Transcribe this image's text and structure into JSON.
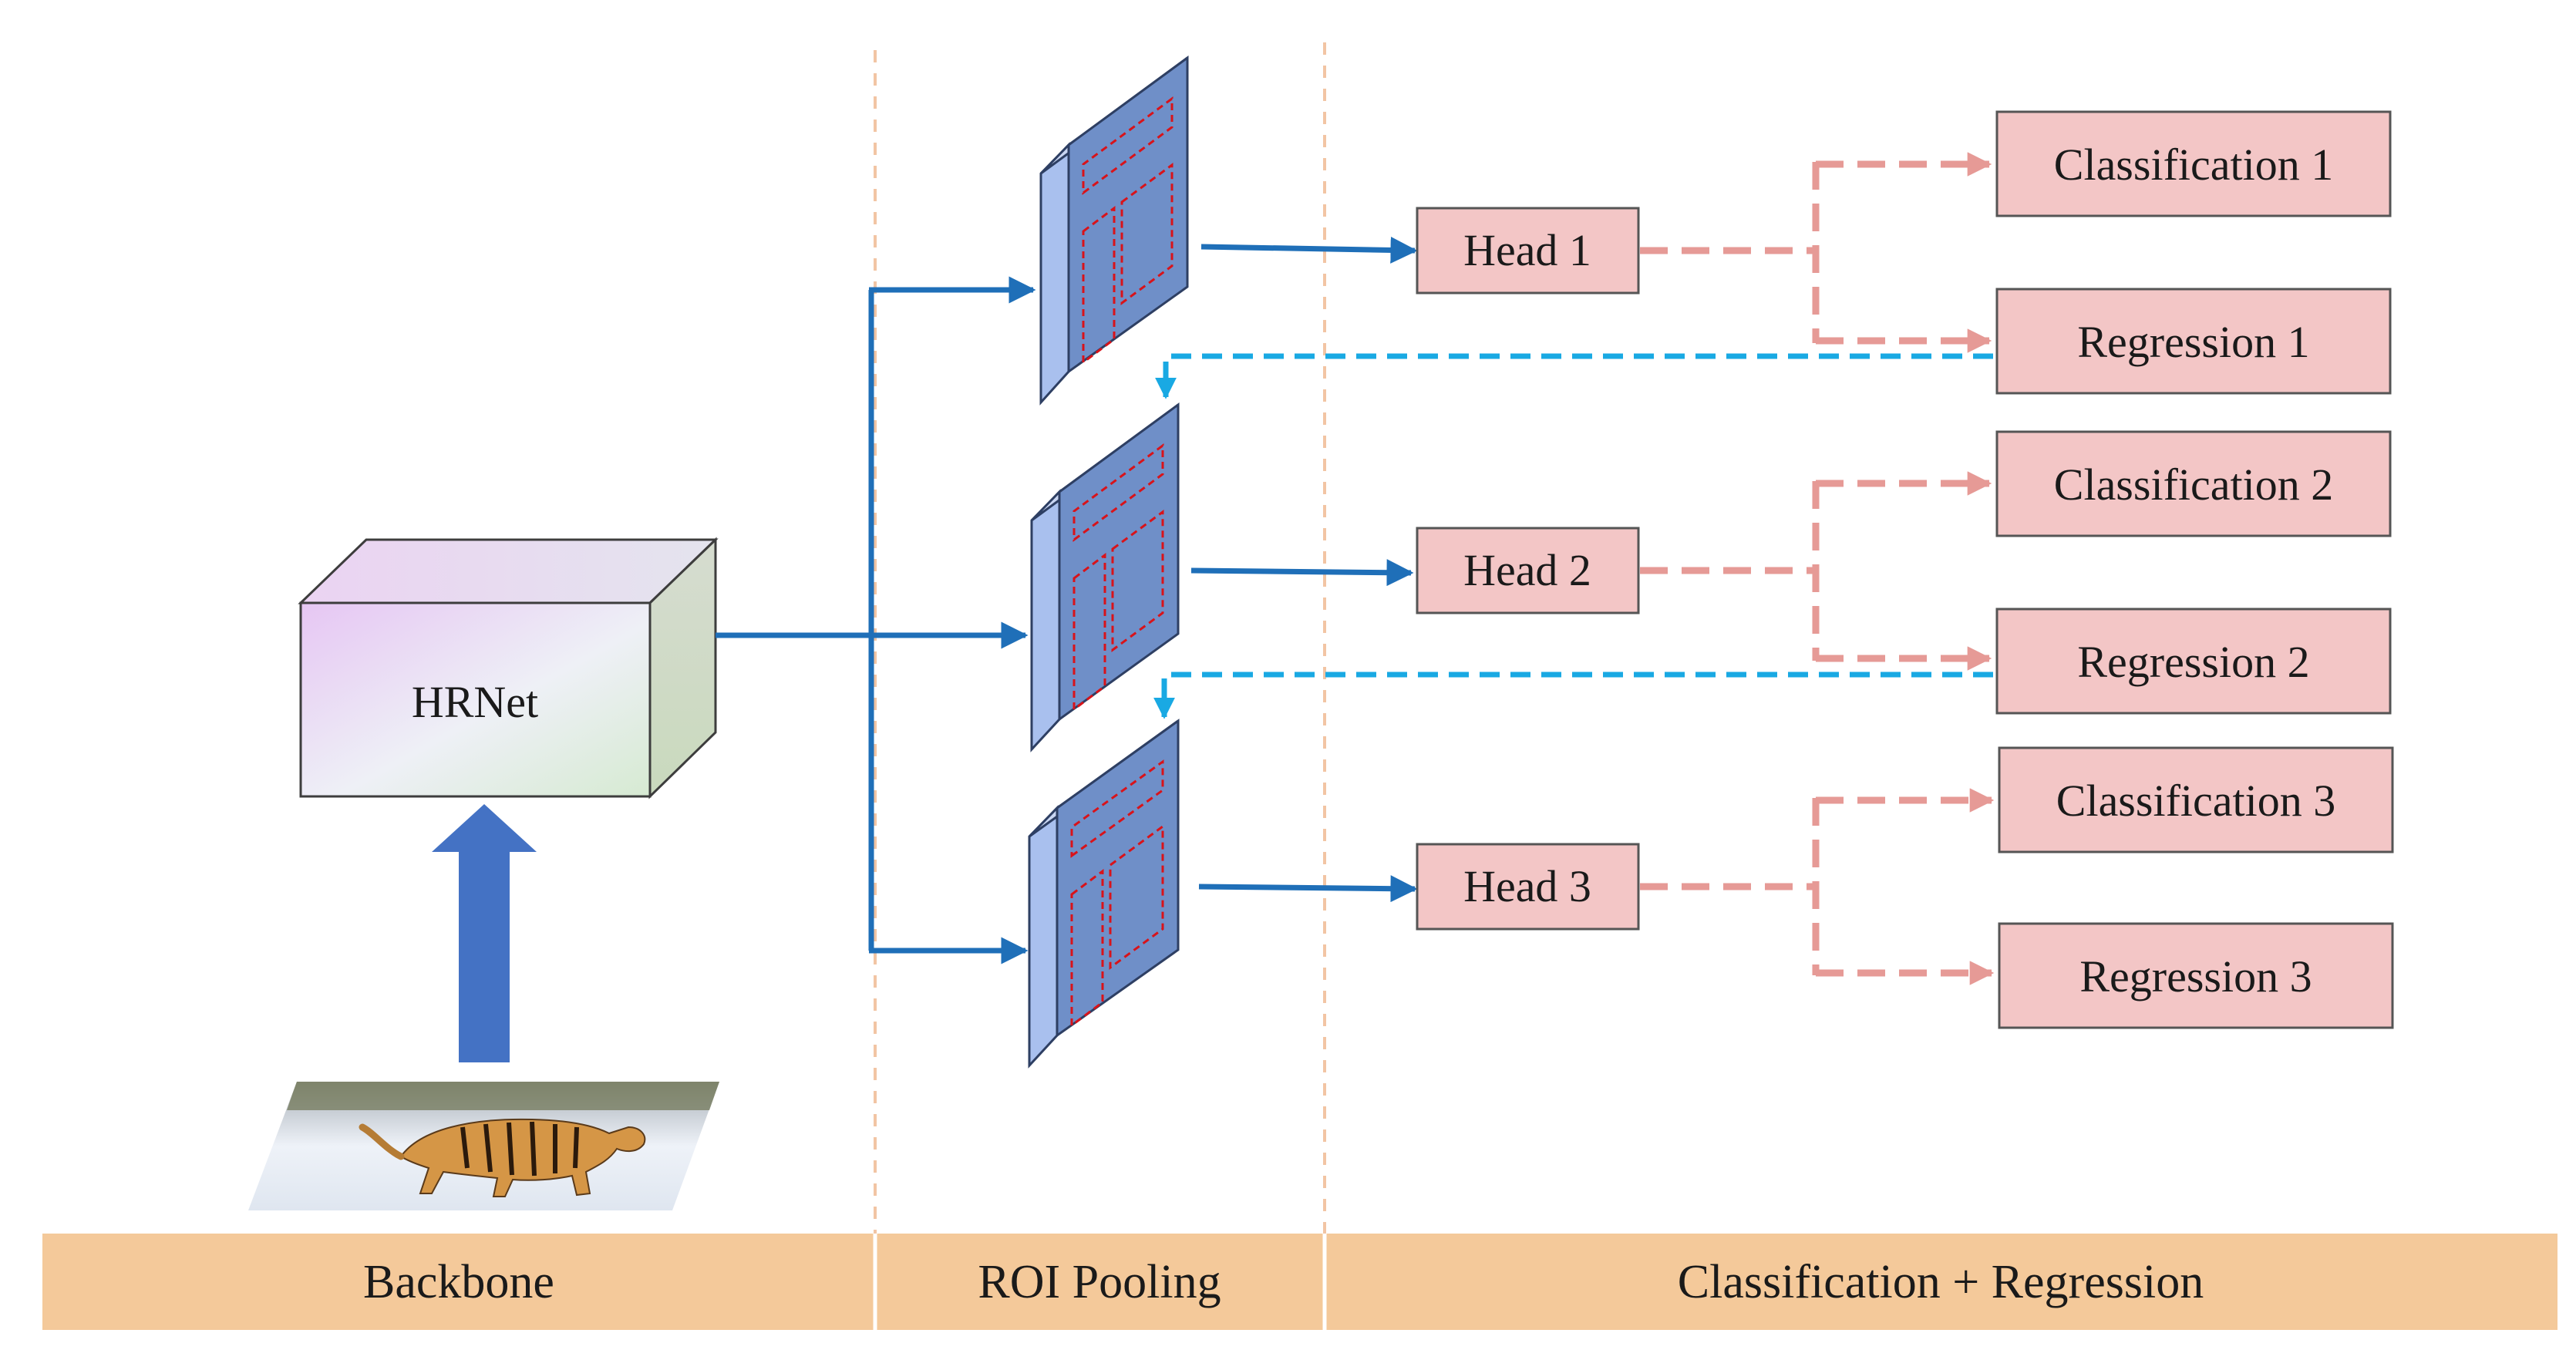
{
  "backbone": {
    "block_label": "HRNet"
  },
  "heads": [
    {
      "label": "Head 1"
    },
    {
      "label": "Head 2"
    },
    {
      "label": "Head 3"
    }
  ],
  "outputs": [
    {
      "classification": "Classification 1",
      "regression": "Regression 1"
    },
    {
      "classification": "Classification 2",
      "regression": "Regression 2"
    },
    {
      "classification": "Classification 3",
      "regression": "Regression 3"
    }
  ],
  "stage_bar": [
    {
      "label": "Backbone"
    },
    {
      "label": "ROI Pooling"
    },
    {
      "label": "Classification + Regression"
    }
  ],
  "colors": {
    "solid_arrow": "#1f6fb8",
    "feedback_arrow": "#19a9e3",
    "dashed_branch": "#e69a96",
    "box_fill": "#f3c6c6",
    "stage_bar": "#f4c99a",
    "roi_face": "#6f8fc8",
    "roi_side": "#a9c0ee",
    "input_arrow": "#4472c4"
  },
  "icons": {
    "input_image": "tiger-photo-icon"
  }
}
